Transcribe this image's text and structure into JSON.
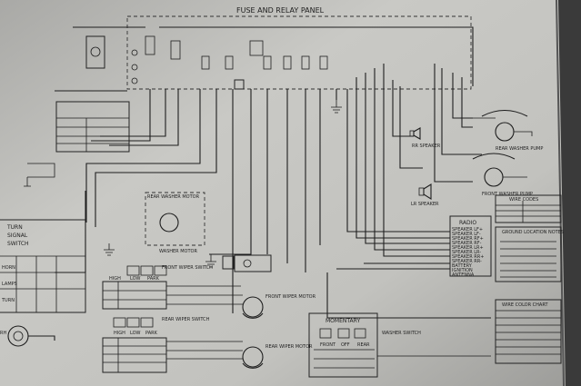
{
  "panel": {
    "title": "FUSE AND RELAY PANEL"
  },
  "left_module": {
    "title_line1": "TURN",
    "title_line2": "SIGNAL",
    "title_line3": "SWITCH",
    "row_labels": [
      "HORN",
      "LAMPS",
      "TURN"
    ],
    "side_text": "RH"
  },
  "motor": {
    "title": "REAR WASHER MOTOR",
    "subtitle": "WASHER MOTOR"
  },
  "switches": {
    "front": "FRONT WIPER SWITCH",
    "rear": "REAR WIPER SWITCH",
    "front_headers": [
      "HIGH",
      "LOW",
      "PARK"
    ],
    "rear_headers": [
      "HIGH",
      "LOW",
      "PARK"
    ]
  },
  "motors": {
    "front": "FRONT WIPER MOTOR",
    "rear": "REAR WIPER MOTOR"
  },
  "washer": {
    "label": "MOMENTARY",
    "switch_label": "WASHER SWITCH",
    "headers": [
      "FRONT",
      "OFF",
      "REAR"
    ]
  },
  "speakers": {
    "rr": "RR SPEAKER",
    "lr": "LR SPEAKER"
  },
  "radio": {
    "title": "RADIO",
    "pins": [
      "SPEAKER LF+",
      "SPEAKER LF-",
      "SPEAKER RF+",
      "SPEAKER RF-",
      "SPEAKER LR+",
      "SPEAKER LR-",
      "SPEAKER RR+",
      "SPEAKER RR-",
      "BATTERY",
      "IGNITION",
      "ANTENNA"
    ]
  },
  "pumps": {
    "rear": "REAR WASHER PUMP",
    "front": "FRONT WASHER PUMP"
  },
  "legend": {
    "title1": "WIRE CODES",
    "title2": "GROUND LOCATION NOTES",
    "title3": "WIRE COLOR CHART"
  },
  "colors": {
    "paper": "#cfcfcb",
    "ink": "#1e1e1e"
  }
}
